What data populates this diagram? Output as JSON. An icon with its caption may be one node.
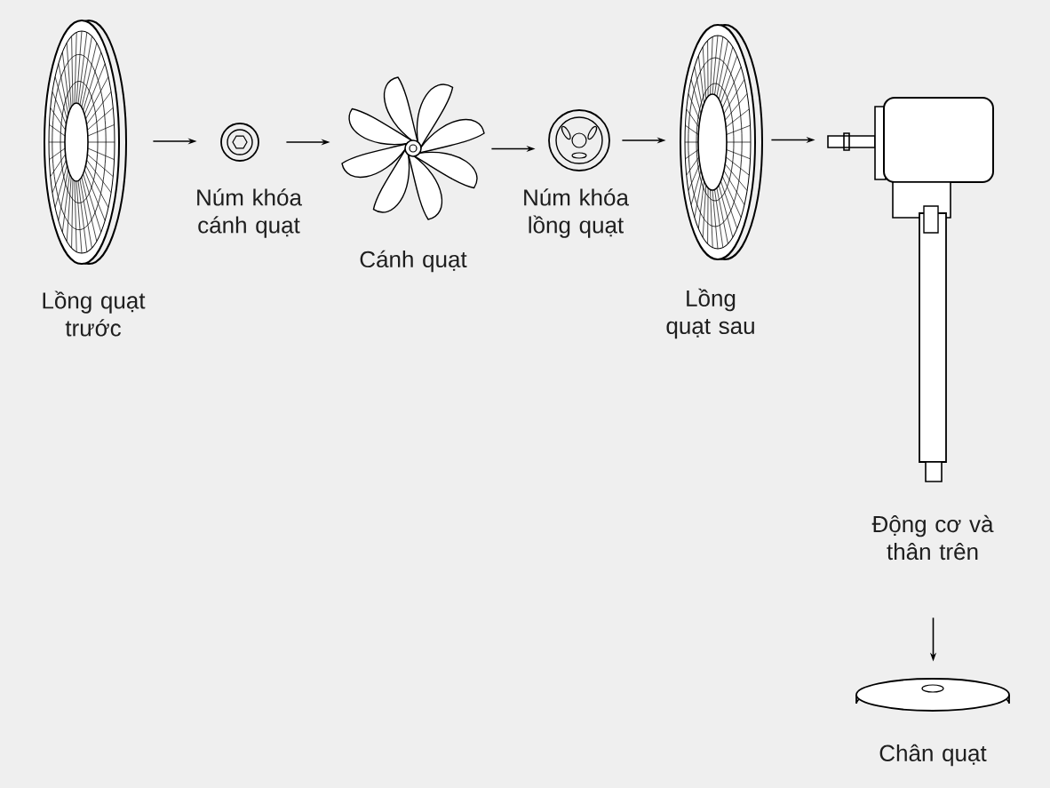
{
  "diagram": {
    "nodes": [
      {
        "text": [],
        "shape": "picture",
        "beside": [
          "Lồng quạt trước"
        ]
      },
      {
        "text": [],
        "shape": "picture",
        "beside": [
          "Núm khóa cánh quạt"
        ]
      },
      {
        "text": [],
        "shape": "picture",
        "beside": [
          "Cánh quạt"
        ]
      },
      {
        "text": [],
        "shape": "picture",
        "beside": [
          "Núm khóa lồng quạt"
        ]
      },
      {
        "text": [],
        "shape": "picture",
        "beside": [
          "Lồng quạt sau"
        ]
      },
      {
        "text": [],
        "shape": "picture",
        "beside": [
          "Động cơ và thân trên"
        ]
      },
      {
        "text": [],
        "shape": "picture",
        "beside": [
          "Chân quạt"
        ]
      }
    ],
    "edges": [
      {
        "from": 0,
        "to": 1,
        "arrow": "to"
      },
      {
        "from": 1,
        "to": 2,
        "arrow": "to"
      },
      {
        "from": 2,
        "to": 3,
        "arrow": "to"
      },
      {
        "from": 3,
        "to": 4,
        "arrow": "to"
      },
      {
        "from": 4,
        "to": 5,
        "arrow": "to"
      },
      {
        "from": 5,
        "to": 6,
        "arrow": "to"
      }
    ]
  }
}
